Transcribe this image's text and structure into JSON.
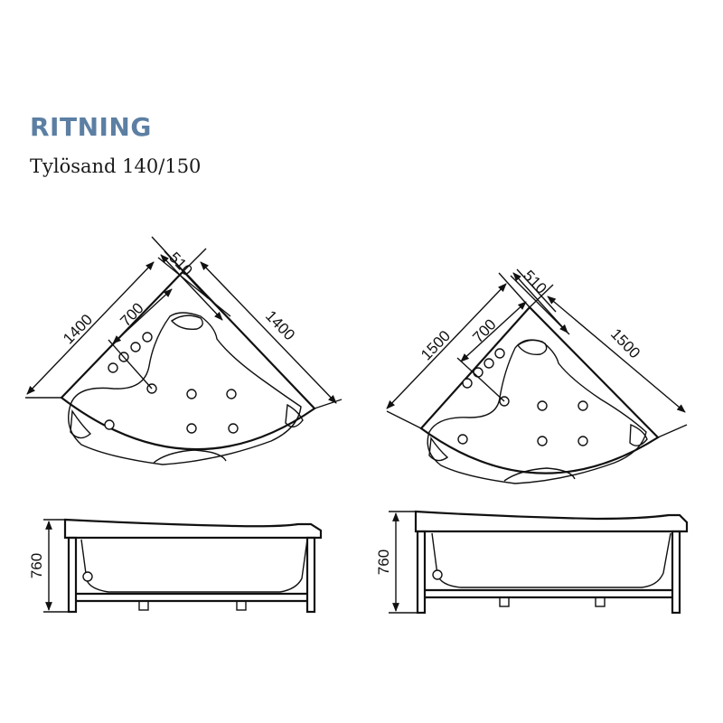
{
  "header": {
    "title": "RITNING",
    "subtitle": "Tylösand 140/150"
  },
  "drawings": {
    "left": {
      "top_view": {
        "side_a": "1400",
        "side_b": "1400",
        "inner_a": "700",
        "inner_b": "510"
      },
      "side_view": {
        "height": "760"
      }
    },
    "right": {
      "top_view": {
        "side_a": "1500",
        "side_b": "1500",
        "inner_a": "700",
        "inner_b": "510"
      },
      "side_view": {
        "height": "760"
      }
    }
  }
}
